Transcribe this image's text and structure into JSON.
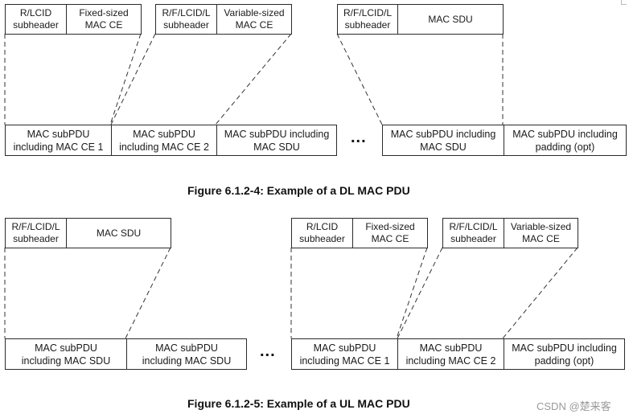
{
  "figures": [
    {
      "id": "dl",
      "caption": "Figure 6.1.2-4: Example of a DL MAC PDU",
      "top_groups": [
        {
          "cells": [
            "R/LCID\nsubheader",
            "Fixed-sized\nMAC CE"
          ]
        },
        {
          "cells": [
            "R/F/LCID/L\nsubheader",
            "Variable-sized\nMAC CE"
          ]
        },
        {
          "cells": [
            "R/F/LCID/L\nsubheader",
            "MAC SDU"
          ]
        }
      ],
      "bottom_groups": [
        {
          "cells": [
            "MAC subPDU\nincluding MAC CE 1",
            "MAC subPDU\nincluding MAC CE 2",
            "MAC subPDU including\nMAC SDU"
          ]
        },
        {
          "cells": [
            "MAC subPDU including\nMAC SDU",
            "MAC subPDU including\npadding (opt)"
          ]
        }
      ],
      "ellipsis": "..."
    },
    {
      "id": "ul",
      "caption": "Figure 6.1.2-5: Example of a UL MAC PDU",
      "top_groups": [
        {
          "cells": [
            "R/F/LCID/L\nsubheader",
            "MAC SDU"
          ]
        },
        {
          "cells": [
            "R/LCID\nsubheader",
            "Fixed-sized\nMAC CE"
          ]
        },
        {
          "cells": [
            "R/F/LCID/L\nsubheader",
            "Variable-sized\nMAC CE"
          ]
        }
      ],
      "bottom_groups": [
        {
          "cells": [
            "MAC subPDU\nincluding MAC SDU",
            "MAC subPDU\nincluding MAC SDU"
          ]
        },
        {
          "cells": [
            "MAC subPDU\nincluding MAC CE 1",
            "MAC subPDU\nincluding MAC CE 2",
            "MAC subPDU including\npadding (opt)"
          ]
        }
      ],
      "ellipsis": "..."
    }
  ],
  "watermark": "CSDN @楚来客"
}
